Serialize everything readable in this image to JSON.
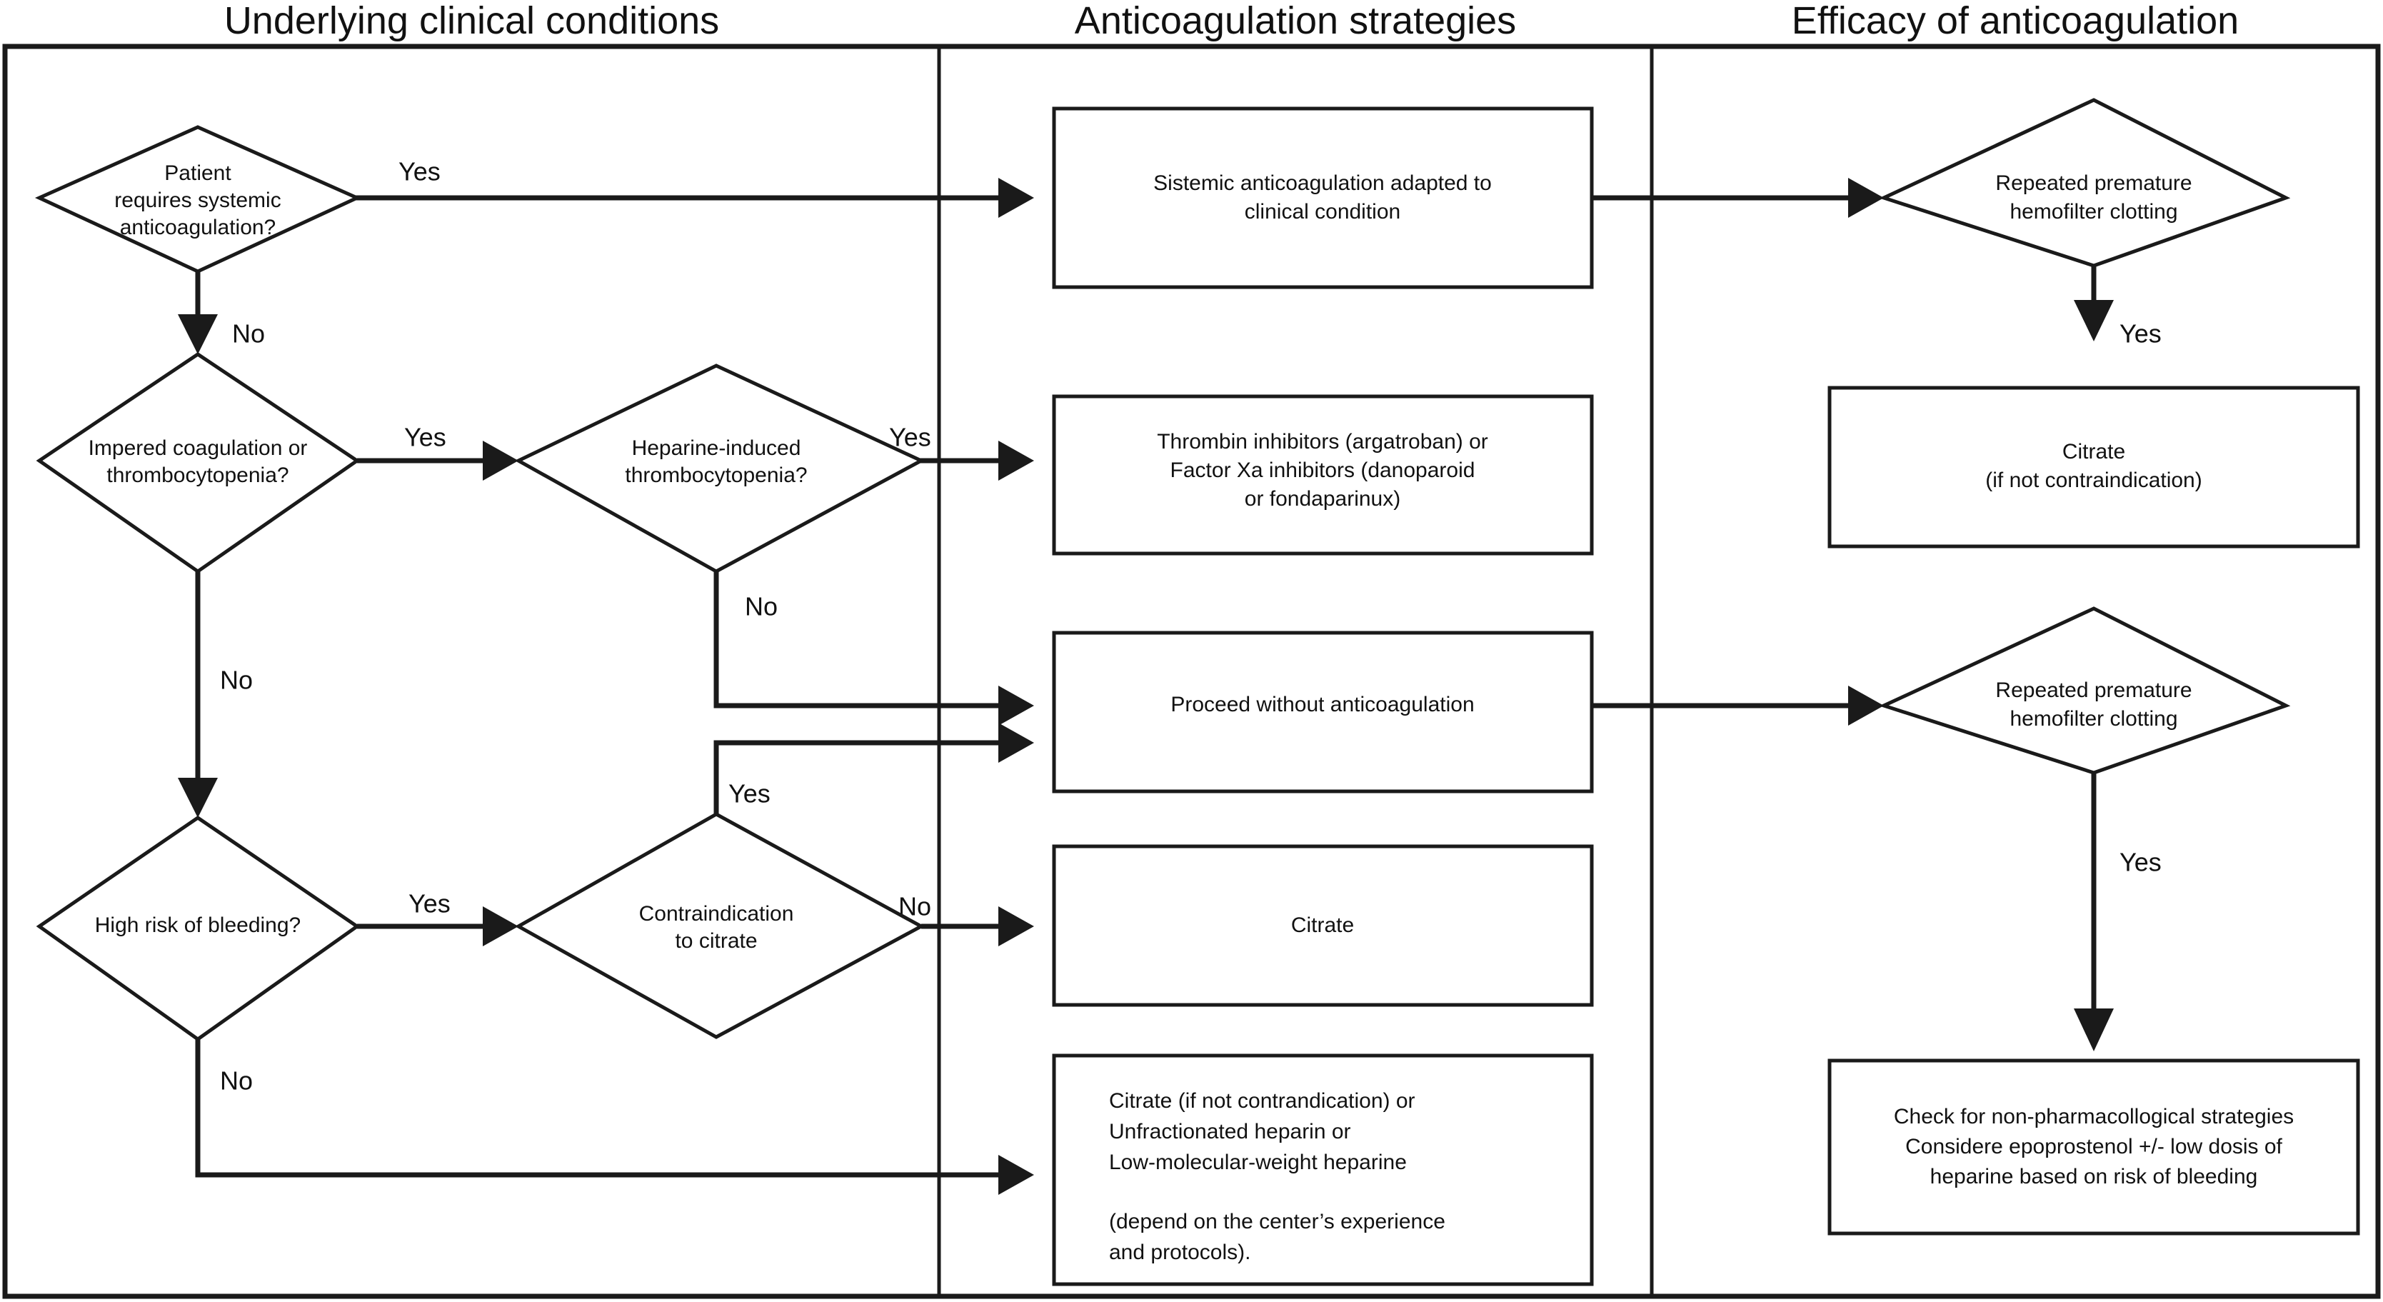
{
  "figure": {
    "type": "flowchart",
    "orientation": "left-to-right",
    "columns": [
      {
        "id": "col-conditions",
        "title": "Underlying clinical conditions"
      },
      {
        "id": "col-strategies",
        "title": "Anticoagulation strategies"
      },
      {
        "id": "col-efficacy",
        "title": "Efficacy of anticoagulation"
      }
    ],
    "colors": {
      "stroke": "#1a1a1a",
      "fill": "#ffffff",
      "text": "#111111"
    }
  },
  "nodes": {
    "d1": {
      "shape": "diamond",
      "lines": [
        "Patient",
        "requires systemic",
        "anticoagulation?"
      ]
    },
    "d2": {
      "shape": "diamond",
      "lines": [
        "Impered coagulation or",
        "thrombocytopenia?"
      ]
    },
    "d3": {
      "shape": "diamond",
      "lines": [
        "Heparine-induced",
        "thrombocytopenia?"
      ]
    },
    "d4": {
      "shape": "diamond",
      "lines": [
        "High risk of bleeding?"
      ]
    },
    "d5": {
      "shape": "diamond",
      "lines": [
        "Contraindication",
        "to citrate"
      ]
    },
    "b1": {
      "shape": "rect",
      "lines": [
        "Sistemic anticoagulation adapted to",
        "clinical condition"
      ]
    },
    "b2": {
      "shape": "rect",
      "lines": [
        "Thrombin inhibitors (argatroban) or",
        "Factor Xa  inhibitors (danoparoid",
        "or fondaparinux)"
      ]
    },
    "b3": {
      "shape": "rect",
      "lines": [
        "Proceed without anticoagulation"
      ]
    },
    "b4": {
      "shape": "rect",
      "lines": [
        "Citrate"
      ]
    },
    "b5": {
      "shape": "rect",
      "lines": [
        "Citrate (if not contrandication) or",
        "Unfractionated heparin or",
        "Low-molecular-weight heparine",
        "",
        "(depend on the center’s experience",
        "and protocols)."
      ]
    },
    "e1": {
      "shape": "diamond",
      "lines": [
        "Repeated premature",
        "hemofilter clotting"
      ]
    },
    "e2": {
      "shape": "rect",
      "lines": [
        "Citrate",
        "(if not contraindication)"
      ]
    },
    "e3": {
      "shape": "diamond",
      "lines": [
        "Repeated premature",
        "hemofilter clotting"
      ]
    },
    "e4": {
      "shape": "rect",
      "lines": [
        "Check for non-pharmacollogical strategies",
        "Considere epoprostenol +/- low dosis of",
        "heparine based on risk of bleeding"
      ]
    }
  },
  "edge_labels": {
    "d1_yes": "Yes",
    "d1_no": "No",
    "d2_yes": "Yes",
    "d2_no": "No",
    "d3_yes": "Yes",
    "d3_no": "No",
    "d4_yes": "Yes",
    "d4_no": "No",
    "d5_no": "No",
    "d5_yes": "Yes",
    "e1_yes": "Yes",
    "e3_yes": "Yes"
  },
  "edges": [
    {
      "from": "d1",
      "to": "b1",
      "label": "Yes"
    },
    {
      "from": "d1",
      "to": "d2",
      "label": "No"
    },
    {
      "from": "d2",
      "to": "d3",
      "label": "Yes"
    },
    {
      "from": "d2",
      "to": "d4",
      "label": "No"
    },
    {
      "from": "d3",
      "to": "b2",
      "label": "Yes"
    },
    {
      "from": "d3",
      "to": "b3",
      "label": "No"
    },
    {
      "from": "d4",
      "to": "d5",
      "label": "Yes"
    },
    {
      "from": "d4",
      "to": "b5",
      "label": "No"
    },
    {
      "from": "d5",
      "to": "b4",
      "label": "No"
    },
    {
      "from": "d5",
      "to": "b3",
      "label": "Yes"
    },
    {
      "from": "b1",
      "to": "e1",
      "label": ""
    },
    {
      "from": "e1",
      "to": "e2",
      "label": "Yes"
    },
    {
      "from": "b3",
      "to": "e3",
      "label": ""
    },
    {
      "from": "e3",
      "to": "e4",
      "label": "Yes"
    }
  ]
}
